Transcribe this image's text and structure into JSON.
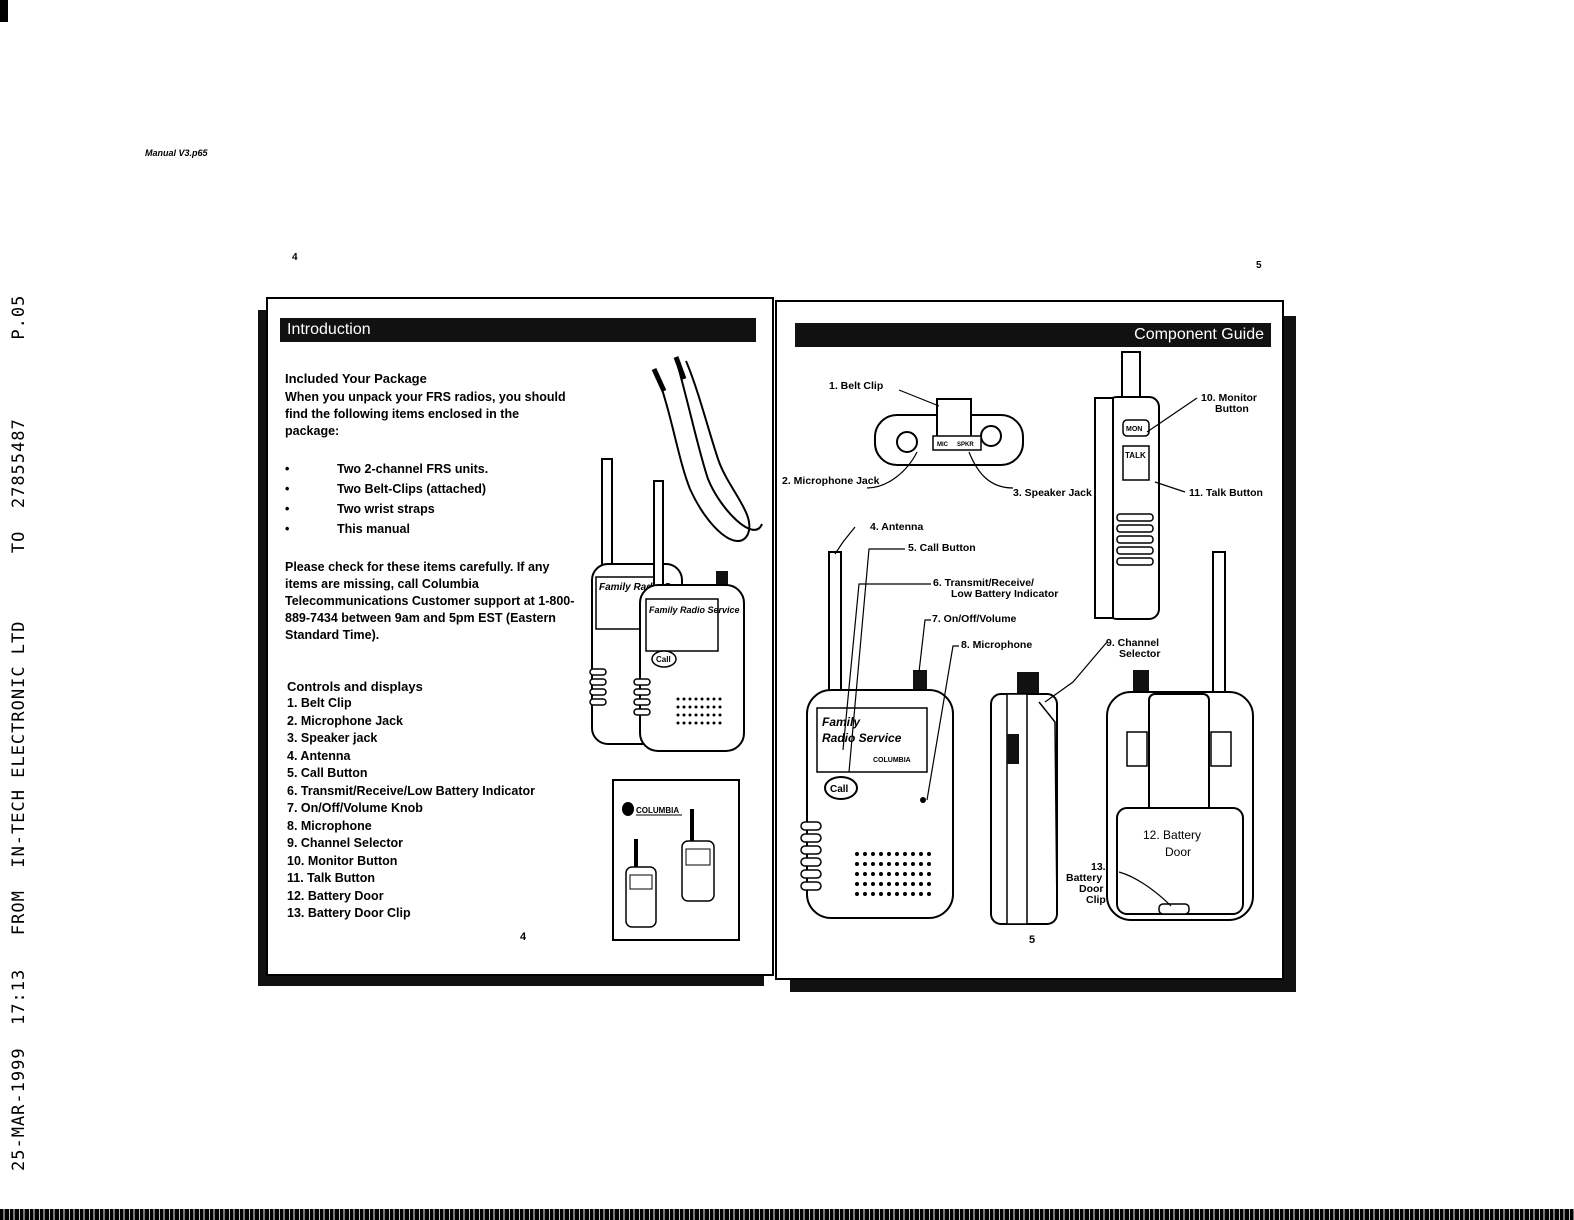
{
  "fax_header": "25-MAR-1999  17:13   FROM  IN-TECH ELECTRONIC LTD      TO  27855487       P.05",
  "file_label": "Manual V3.p65",
  "page_numbers": {
    "left_top": "4",
    "right_top": "5",
    "left_bottom": "4",
    "right_bottom": "5"
  },
  "left_page": {
    "section_title": "Introduction",
    "package_heading": "Included Your Package",
    "package_intro": "When you unpack your FRS radios, you should find the following items enclosed in the package:",
    "items": [
      "Two 2-channel FRS units.",
      "Two Belt-Clips (attached)",
      "Two wrist straps",
      "This manual"
    ],
    "check_text": "Please check for these items carefully.  If any items are missing, call Columbia Telecommunications Customer support at 1-800-889-7434 between 9am and 5pm EST (Eastern Standard Time).",
    "controls_heading": "Controls and displays",
    "controls": [
      "1. Belt Clip",
      "2. Microphone Jack",
      "3. Speaker jack",
      "4. Antenna",
      "5. Call Button",
      "6. Transmit/Receive/Low Battery Indicator",
      "7. On/Off/Volume Knob",
      "8. Microphone",
      "9. Channel Selector",
      "10. Monitor Button",
      "11. Talk Button",
      "12. Battery Door",
      "13. Battery Door Clip"
    ],
    "radio_face_text": "Family Radio Service",
    "radio_face_text_back": "Family Radio S",
    "call_label": "Call",
    "brand_text": "COLUMBIA"
  },
  "right_page": {
    "section_title": "Component Guide",
    "labels": {
      "belt_clip": "1. Belt Clip",
      "mic_jack": "2. Microphone Jack",
      "speaker_jack": "3. Speaker Jack",
      "antenna": "4. Antenna",
      "call_button": "5. Call Button",
      "indicator_1": "6. Transmit/Receive/",
      "indicator_2": "Low Battery Indicator",
      "on_off": "7. On/Off/Volume",
      "microphone": "8. Microphone",
      "channel_selector_1": "9. Channel",
      "channel_selector_2": "Selector",
      "monitor_1": "10. Monitor",
      "monitor_2": "Button",
      "talk": "11. Talk Button",
      "battery_door_1": "12. Battery",
      "battery_door_2": "Door",
      "clip_1": "13.",
      "clip_2": "Battery",
      "clip_3": "Door",
      "clip_4": "Clip"
    },
    "jack_labels": {
      "mic": "MIC",
      "spkr": "SPKR"
    },
    "mon_label": "MON",
    "talk_label": "TALK",
    "radio_face_text_1": "Family",
    "radio_face_text_2": "Radio Service",
    "call_label": "Call",
    "brand_text": "COLUMBIA"
  }
}
